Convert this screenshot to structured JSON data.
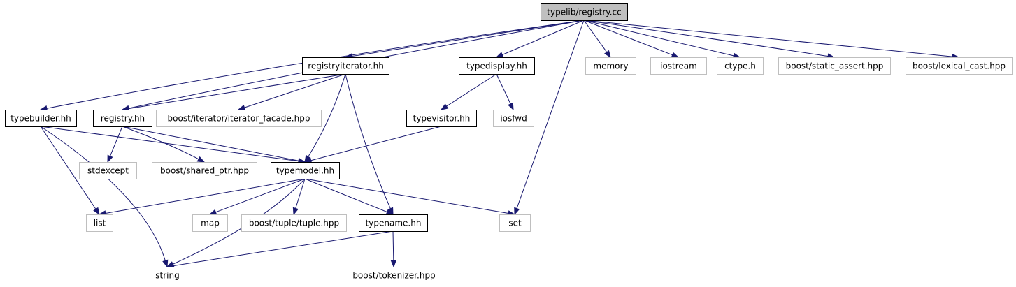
{
  "colors": {
    "edge": "#191970",
    "root_fill": "#bfbfbf",
    "project_border": "#000000",
    "external_border": "#bfbfbf",
    "external_text": "#000000"
  },
  "nodes": [
    {
      "id": "n_root",
      "label": "typelib/registry.cc",
      "kind": "root"
    },
    {
      "id": "n_regit",
      "label": "registryiterator.hh",
      "kind": "project"
    },
    {
      "id": "n_tdisp",
      "label": "typedisplay.hh",
      "kind": "project"
    },
    {
      "id": "n_mem",
      "label": "memory",
      "kind": "external"
    },
    {
      "id": "n_ios",
      "label": "iostream",
      "kind": "external"
    },
    {
      "id": "n_ctype",
      "label": "ctype.h",
      "kind": "external"
    },
    {
      "id": "n_sa",
      "label": "boost/static_assert.hpp",
      "kind": "external"
    },
    {
      "id": "n_lc",
      "label": "boost/lexical_cast.hpp",
      "kind": "external"
    },
    {
      "id": "n_tb",
      "label": "typebuilder.hh",
      "kind": "project"
    },
    {
      "id": "n_reg",
      "label": "registry.hh",
      "kind": "project"
    },
    {
      "id": "n_itf",
      "label": "boost/iterator/iterator_facade.hpp",
      "kind": "external"
    },
    {
      "id": "n_tvis",
      "label": "typevisitor.hh",
      "kind": "project"
    },
    {
      "id": "n_iosfwd",
      "label": "iosfwd",
      "kind": "external"
    },
    {
      "id": "n_stdex",
      "label": "stdexcept",
      "kind": "external"
    },
    {
      "id": "n_sp",
      "label": "boost/shared_ptr.hpp",
      "kind": "external"
    },
    {
      "id": "n_tm",
      "label": "typemodel.hh",
      "kind": "project"
    },
    {
      "id": "n_list",
      "label": "list",
      "kind": "external"
    },
    {
      "id": "n_map",
      "label": "map",
      "kind": "external"
    },
    {
      "id": "n_tuple",
      "label": "boost/tuple/tuple.hpp",
      "kind": "external"
    },
    {
      "id": "n_tn",
      "label": "typename.hh",
      "kind": "project"
    },
    {
      "id": "n_set",
      "label": "set",
      "kind": "external"
    },
    {
      "id": "n_string",
      "label": "string",
      "kind": "external"
    },
    {
      "id": "n_tok",
      "label": "boost/tokenizer.hpp",
      "kind": "external"
    }
  ],
  "edges": [
    {
      "from": "n_root",
      "to": "n_regit"
    },
    {
      "from": "n_root",
      "to": "n_tdisp"
    },
    {
      "from": "n_root",
      "to": "n_mem"
    },
    {
      "from": "n_root",
      "to": "n_ios"
    },
    {
      "from": "n_root",
      "to": "n_ctype"
    },
    {
      "from": "n_root",
      "to": "n_sa"
    },
    {
      "from": "n_root",
      "to": "n_lc"
    },
    {
      "from": "n_root",
      "to": "n_tb"
    },
    {
      "from": "n_root",
      "to": "n_reg"
    },
    {
      "from": "n_root",
      "to": "n_set"
    },
    {
      "from": "n_regit",
      "to": "n_reg"
    },
    {
      "from": "n_regit",
      "to": "n_itf"
    },
    {
      "from": "n_regit",
      "to": "n_tm"
    },
    {
      "from": "n_regit",
      "to": "n_tn"
    },
    {
      "from": "n_tdisp",
      "to": "n_tvis"
    },
    {
      "from": "n_tdisp",
      "to": "n_iosfwd"
    },
    {
      "from": "n_tb",
      "to": "n_tm"
    },
    {
      "from": "n_tb",
      "to": "n_list"
    },
    {
      "from": "n_tb",
      "to": "n_string"
    },
    {
      "from": "n_reg",
      "to": "n_stdex"
    },
    {
      "from": "n_reg",
      "to": "n_sp"
    },
    {
      "from": "n_reg",
      "to": "n_tm"
    },
    {
      "from": "n_tvis",
      "to": "n_tm"
    },
    {
      "from": "n_tm",
      "to": "n_list"
    },
    {
      "from": "n_tm",
      "to": "n_map"
    },
    {
      "from": "n_tm",
      "to": "n_tuple"
    },
    {
      "from": "n_tm",
      "to": "n_tn"
    },
    {
      "from": "n_tm",
      "to": "n_set"
    },
    {
      "from": "n_tm",
      "to": "n_string"
    },
    {
      "from": "n_tn",
      "to": "n_string"
    },
    {
      "from": "n_tn",
      "to": "n_tok"
    }
  ]
}
